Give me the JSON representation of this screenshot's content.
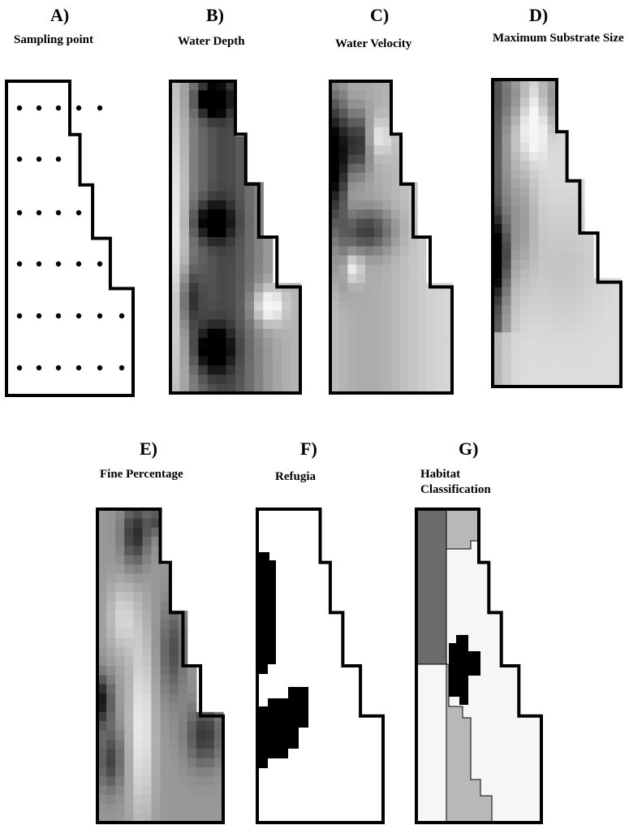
{
  "panels": [
    {
      "id": "A",
      "letter": "A)",
      "title": "Sampling point",
      "kind": "points"
    },
    {
      "id": "B",
      "letter": "B)",
      "title": "Water Depth",
      "kind": "gradient"
    },
    {
      "id": "C",
      "letter": "C)",
      "title": "Water Velocity",
      "kind": "gradient"
    },
    {
      "id": "D",
      "letter": "D)",
      "title": "Maximum Substrate Size",
      "kind": "gradient"
    },
    {
      "id": "E",
      "letter": "E)",
      "title": "Fine Percentage",
      "kind": "gradient"
    },
    {
      "id": "F",
      "letter": "F)",
      "title": "Refugia",
      "kind": "binary"
    },
    {
      "id": "G",
      "letter": "G)",
      "title": "Habitat Classification",
      "kind": "classes"
    }
  ],
  "colors": {
    "outline": "#000000",
    "refugia": "#000000",
    "habitat_dark": "#6b6b6b",
    "habitat_light": "#b8b8b8",
    "habitat_pale": "#f6f6f6",
    "habitat_black": "#000000"
  }
}
